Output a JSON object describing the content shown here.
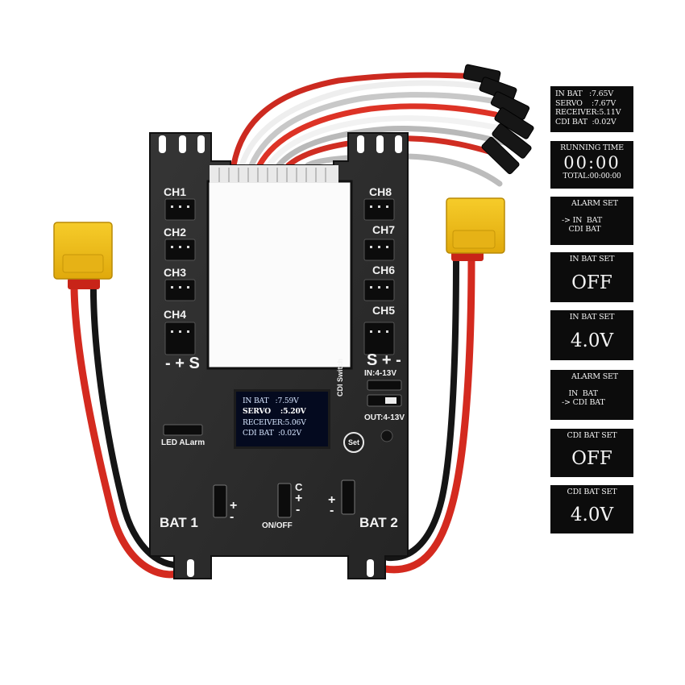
{
  "board": {
    "left_channels": [
      "CH1",
      "CH2",
      "CH3",
      "CH4"
    ],
    "right_channels": [
      "CH8",
      "CH7",
      "CH6",
      "CH5"
    ],
    "polarity_left": "- + S",
    "polarity_right": "S + -",
    "input_range": "IN:4-13V",
    "output_range": "OUT:4-13V",
    "cdi_switch_label": "CDI Switch",
    "led_alarm_label": "LED ALarm",
    "set_button_label": "Set",
    "bat1_label": "BAT 1",
    "bat2_label": "BAT 2",
    "onoff_label": "ON/OFF",
    "switch_c_label": "C",
    "plus_sign": "+",
    "minus_sign": "-"
  },
  "main_display": {
    "lines": [
      "IN BAT   :7.59V",
      "SERVO    :5.20V",
      "RECEIVER:5.06V",
      "CDI BAT  :0.02V"
    ]
  },
  "screens": [
    {
      "lines": [
        "IN BAT   :7.65V",
        "SERVO    :7.67V",
        "RECEIVER:5.11V",
        "CDI BAT  :0.02V"
      ]
    },
    {
      "title": "RUNNING TIME",
      "value": "00:00",
      "footer": "TOTAL:00:00:00"
    },
    {
      "title": "ALARM SET",
      "lines": [
        "-> IN  BAT",
        "   CDI BAT"
      ]
    },
    {
      "title": "IN BAT SET",
      "value": "OFF"
    },
    {
      "title": "IN BAT SET",
      "value": "4.0V"
    },
    {
      "title": "ALARM SET",
      "lines": [
        "   IN  BAT",
        "-> CDI BAT"
      ]
    },
    {
      "title": "CDI BAT SET",
      "value": "OFF"
    },
    {
      "title": "CDI BAT SET",
      "value": "4.0V"
    }
  ],
  "colors": {
    "board": "#2b2b2b",
    "connector": "#f2c21a",
    "wire_red": "#d42a1f",
    "wire_black": "#151515",
    "oled_background": "#040a1f",
    "panel_background": "#0c0c0c"
  }
}
